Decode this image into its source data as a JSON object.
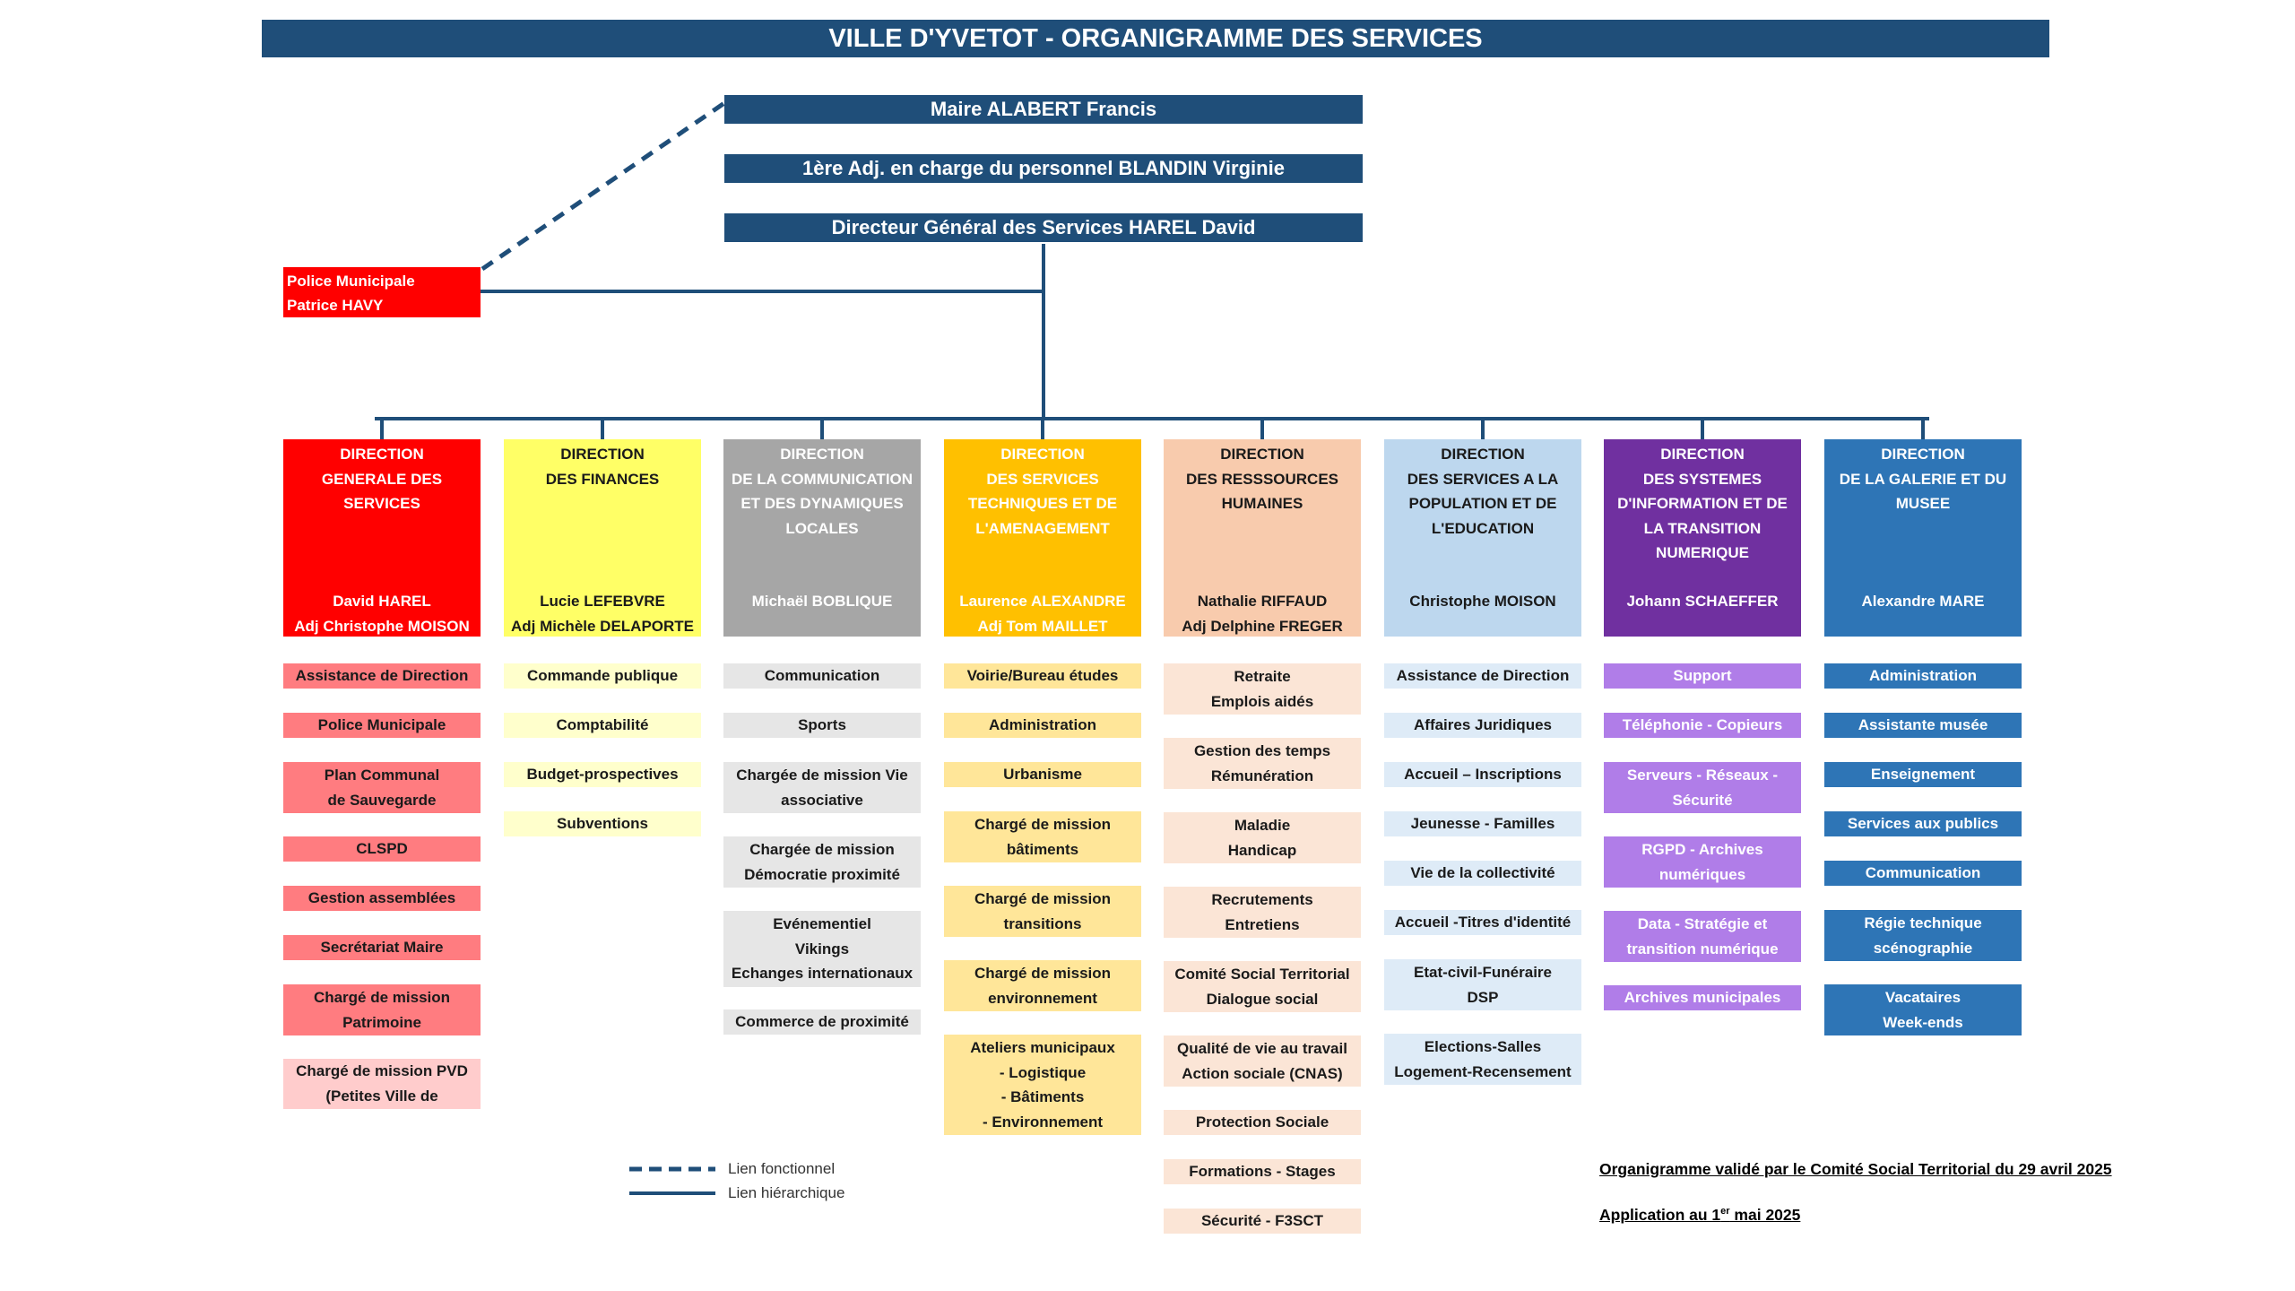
{
  "title": "VILLE D'YVETOT - ORGANIGRAMME DES SERVICES",
  "executives": [
    {
      "label": "Maire ALABERT Francis"
    },
    {
      "label": "1ère Adj. en charge du personnel BLANDIN Virginie"
    },
    {
      "label": "Directeur Général des Services HAREL David"
    }
  ],
  "police": {
    "lines": [
      "Police Municipale",
      "Patrice HAVY"
    ],
    "color": "#ff0000"
  },
  "directions": [
    {
      "head": [
        "DIRECTION",
        "GENERALE DES SERVICES"
      ],
      "names": [
        "David HAREL",
        "Adj Christophe MOISON"
      ],
      "header_color": "#ff0000",
      "header_text": "#ffffff",
      "service_color": "#ff7c80",
      "service_text": "#1a1a1a",
      "services": [
        {
          "lines": [
            "Assistance de Direction"
          ]
        },
        {
          "lines": [
            "Police Municipale"
          ]
        },
        {
          "lines": [
            "Plan Communal",
            "de Sauvegarde"
          ]
        },
        {
          "lines": [
            "CLSPD"
          ]
        },
        {
          "lines": [
            "Gestion assemblées"
          ]
        },
        {
          "lines": [
            "Secrétariat Maire"
          ]
        },
        {
          "lines": [
            "Chargé de mission",
            "Patrimoine"
          ]
        },
        {
          "lines": [
            "Chargé de mission PVD",
            "(Petites Ville de"
          ],
          "color": "#ffcccc",
          "clip": true
        }
      ]
    },
    {
      "head": [
        "DIRECTION",
        "DES FINANCES"
      ],
      "names": [
        "Lucie LEFEBVRE",
        "Adj Michèle DELAPORTE"
      ],
      "header_color": "#ffff66",
      "header_text": "#1a1a1a",
      "service_color": "#ffffcc",
      "service_text": "#1a1a1a",
      "services": [
        {
          "lines": [
            "Commande publique"
          ]
        },
        {
          "lines": [
            "Comptabilité"
          ]
        },
        {
          "lines": [
            "Budget-prospectives"
          ]
        },
        {
          "lines": [
            "Subventions"
          ]
        }
      ]
    },
    {
      "head": [
        "DIRECTION",
        "DE LA COMMUNICATION",
        "ET DES DYNAMIQUES",
        "LOCALES"
      ],
      "names": [
        "Michaël BOBLIQUE"
      ],
      "header_color": "#a6a6a6",
      "header_text": "#ffffff",
      "service_color": "#e6e6e6",
      "service_text": "#1a1a1a",
      "services": [
        {
          "lines": [
            "Communication"
          ]
        },
        {
          "lines": [
            "Sports"
          ]
        },
        {
          "lines": [
            "Chargée de mission Vie",
            "associative"
          ]
        },
        {
          "lines": [
            "Chargée de mission",
            "Démocratie proximité"
          ]
        },
        {
          "lines": [
            "Evénementiel",
            "Vikings",
            "Echanges internationaux"
          ]
        },
        {
          "lines": [
            "Commerce de proximité"
          ]
        }
      ]
    },
    {
      "head": [
        "DIRECTION",
        "DES SERVICES",
        "TECHNIQUES ET DE",
        "L'AMENAGEMENT"
      ],
      "names": [
        "Laurence ALEXANDRE",
        "Adj Tom MAILLET"
      ],
      "header_color": "#ffc000",
      "header_text": "#ffffff",
      "service_color": "#ffe699",
      "service_text": "#1a1a1a",
      "services": [
        {
          "lines": [
            "Voirie/Bureau études"
          ]
        },
        {
          "lines": [
            "Administration"
          ]
        },
        {
          "lines": [
            "Urbanisme"
          ]
        },
        {
          "lines": [
            "Chargé de mission",
            "bâtiments"
          ]
        },
        {
          "lines": [
            "Chargé de mission",
            "transitions"
          ]
        },
        {
          "lines": [
            "Chargé de mission",
            "environnement"
          ]
        },
        {
          "lines": [
            "Ateliers municipaux",
            "- Logistique",
            "- Bâtiments",
            "- Environnement"
          ]
        }
      ]
    },
    {
      "head": [
        "DIRECTION",
        "DES RESSSOURCES",
        "HUMAINES"
      ],
      "names": [
        "Nathalie RIFFAUD",
        "Adj Delphine FREGER"
      ],
      "header_color": "#f8cbad",
      "header_text": "#1a1a1a",
      "service_color": "#fbe5d6",
      "service_text": "#1a1a1a",
      "services": [
        {
          "lines": [
            "Retraite",
            "Emplois aidés"
          ]
        },
        {
          "lines": [
            "Gestion des temps",
            "Rémunération"
          ]
        },
        {
          "lines": [
            "Maladie",
            "Handicap"
          ]
        },
        {
          "lines": [
            "Recrutements",
            "Entretiens"
          ]
        },
        {
          "lines": [
            "Comité Social Territorial",
            "Dialogue social"
          ]
        },
        {
          "lines": [
            "Qualité de vie au travail",
            "Action sociale (CNAS)"
          ]
        },
        {
          "lines": [
            "Protection Sociale"
          ]
        },
        {
          "lines": [
            "Formations - Stages"
          ]
        },
        {
          "lines": [
            "Sécurité - F3SCT"
          ]
        }
      ]
    },
    {
      "head": [
        "DIRECTION",
        "DES SERVICES A LA",
        "POPULATION ET DE",
        "L'EDUCATION"
      ],
      "names": [
        "Christophe MOISON"
      ],
      "header_color": "#bdd7ee",
      "header_text": "#1a1a1a",
      "service_color": "#deebf7",
      "service_text": "#1a1a1a",
      "services": [
        {
          "lines": [
            "Assistance de Direction"
          ]
        },
        {
          "lines": [
            "Affaires Juridiques"
          ]
        },
        {
          "lines": [
            "Accueil – Inscriptions"
          ]
        },
        {
          "lines": [
            "Jeunesse - Familles"
          ]
        },
        {
          "lines": [
            "Vie de la collectivité"
          ]
        },
        {
          "lines": [
            "Accueil -Titres d'identité"
          ]
        },
        {
          "lines": [
            "Etat-civil-Funéraire",
            "DSP"
          ]
        },
        {
          "lines": [
            "Elections-Salles",
            "Logement-Recensement"
          ]
        }
      ]
    },
    {
      "head": [
        "DIRECTION",
        "DES SYSTEMES",
        "D'INFORMATION ET DE",
        "LA TRANSITION",
        "NUMERIQUE"
      ],
      "names": [
        "Johann SCHAEFFER"
      ],
      "header_color": "#7030a0",
      "header_text": "#ffffff",
      "service_color": "#b07de8",
      "service_text": "#ffffff",
      "services": [
        {
          "lines": [
            "Support"
          ]
        },
        {
          "lines": [
            "Téléphonie - Copieurs"
          ]
        },
        {
          "lines": [
            "Serveurs - Réseaux -",
            "Sécurité"
          ]
        },
        {
          "lines": [
            "RGPD - Archives",
            "numériques"
          ]
        },
        {
          "lines": [
            "Data - Stratégie et",
            "transition numérique"
          ]
        },
        {
          "lines": [
            "Archives municipales"
          ]
        }
      ]
    },
    {
      "head": [
        "DIRECTION",
        "DE LA GALERIE ET DU",
        "MUSEE"
      ],
      "names": [
        "Alexandre MARE"
      ],
      "header_color": "#2e75b6",
      "header_text": "#ffffff",
      "service_color": "#2e75b6",
      "service_text": "#ffffff",
      "services": [
        {
          "lines": [
            "Administration"
          ]
        },
        {
          "lines": [
            "Assistante musée"
          ]
        },
        {
          "lines": [
            "Enseignement"
          ]
        },
        {
          "lines": [
            "Services aux publics"
          ]
        },
        {
          "lines": [
            "Communication"
          ]
        },
        {
          "lines": [
            "Régie technique",
            "scénographie"
          ]
        },
        {
          "lines": [
            "Vacataires",
            "Week-ends"
          ]
        }
      ]
    }
  ],
  "legend": {
    "functional": "Lien fonctionnel",
    "hierarchical": "Lien hiérarchique",
    "line_color": "#1f4e79"
  },
  "footnotes": {
    "validation": "Organigramme validé par le Comité Social Territorial du 29 avril 2025",
    "application_prefix": "Application au 1",
    "application_sup": "er",
    "application_suffix": " mai 2025"
  }
}
